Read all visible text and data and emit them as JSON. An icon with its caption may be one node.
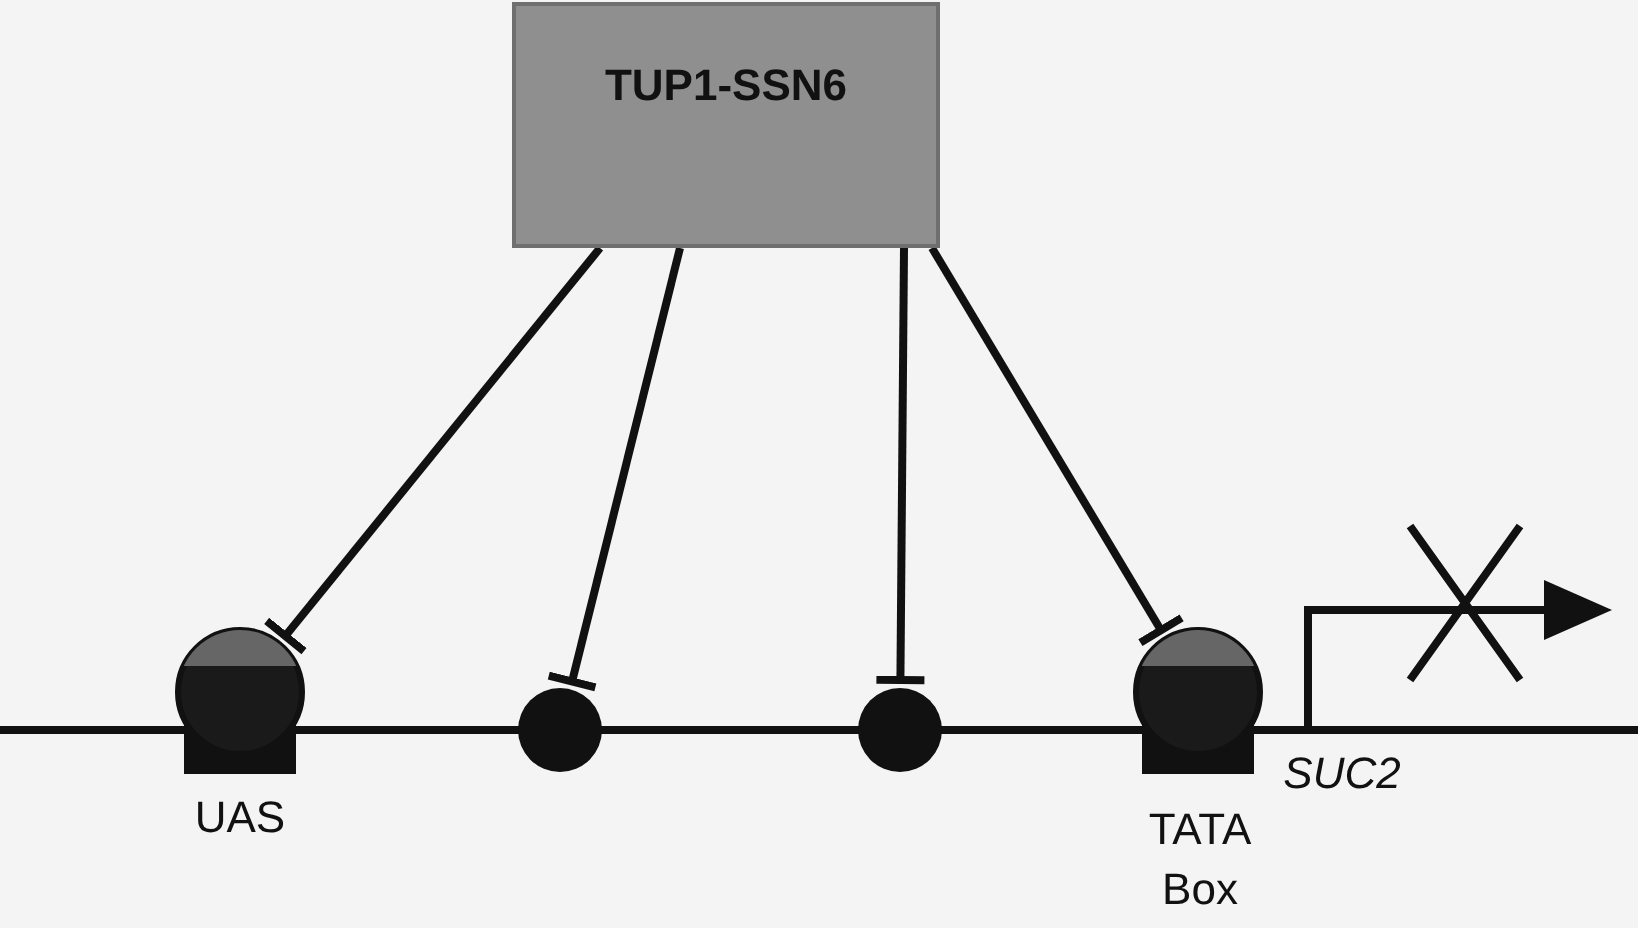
{
  "diagram": {
    "nodes": [
      {
        "text": [
          "TUP1-SSN6"
        ]
      },
      {
        "text": [],
        "shape": "circle",
        "beside": [
          "UAS"
        ]
      },
      {
        "text": [],
        "shape": "circle"
      },
      {
        "text": [],
        "shape": "circle"
      },
      {
        "text": [],
        "shape": "circle",
        "beside": [
          "TATA Box"
        ]
      }
    ],
    "edges": [
      {
        "from": 0,
        "to": 1,
        "arrow": "other"
      },
      {
        "from": 0,
        "to": 2,
        "arrow": "other"
      },
      {
        "from": 0,
        "to": 3,
        "arrow": "other"
      },
      {
        "from": 0,
        "to": 4,
        "arrow": "other"
      }
    ],
    "labels": [
      "SUC2"
    ]
  }
}
